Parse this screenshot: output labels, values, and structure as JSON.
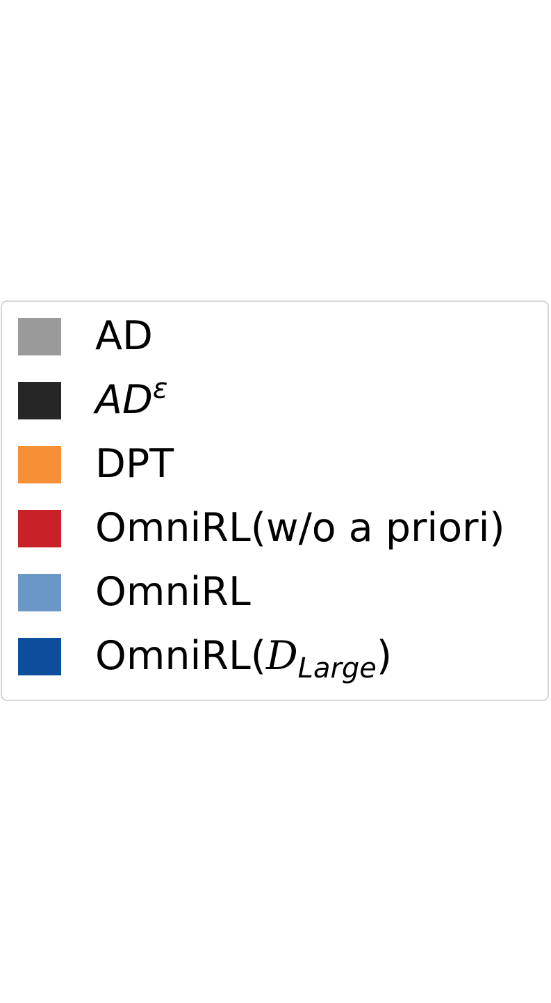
{
  "chart_data": {
    "type": "legend",
    "legend_placement": "center",
    "entries": [
      {
        "label": "AD",
        "color": "#9a9a9a"
      },
      {
        "label": "AD",
        "label_sup": "ε",
        "color": "#262626"
      },
      {
        "label": "DPT",
        "color": "#f78f36"
      },
      {
        "label": "OmniRL(w/o a priori)",
        "color": "#c82127"
      },
      {
        "label": "OmniRL",
        "color": "#6b97c6"
      },
      {
        "label_prefix": "OmniRL(",
        "label_math": "D",
        "label_sub": "Large",
        "label_suffix": ")",
        "color": "#0d4e9c"
      }
    ]
  }
}
